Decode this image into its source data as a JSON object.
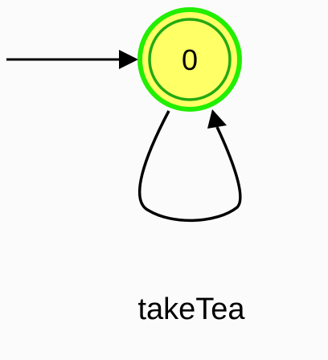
{
  "diagram": {
    "type": "state-machine",
    "states": [
      {
        "id": "0",
        "label": "0",
        "initial": true,
        "accepting": true
      }
    ],
    "transitions": [
      {
        "from": "0",
        "to": "0",
        "label": "takeTea"
      }
    ],
    "colors": {
      "state_fill": "#ffff66",
      "state_outer_stroke": "#22ee00",
      "state_inner_stroke": "#22aa11",
      "edge": "#000000",
      "background": "#fbfbfb"
    }
  }
}
